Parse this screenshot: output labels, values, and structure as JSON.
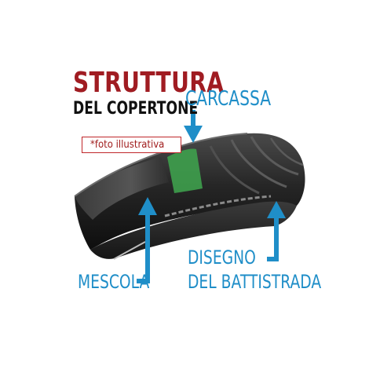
{
  "title": {
    "main": "STRUTTURA",
    "sub": "DEL COPERTONE"
  },
  "note": "*foto illustrativa",
  "labels": {
    "carcassa": "CARCASSA",
    "mescola": "MESCOLA",
    "disegno_line1": "DISEGNO",
    "disegno_line2": "DEL BATTISTRADA"
  },
  "colors": {
    "title_red": "#a01c22",
    "label_blue": "#1f8ec8",
    "arrow_blue": "#1f8ec8",
    "carcass_green": "#3fa34d",
    "note_red": "#c0262a"
  }
}
